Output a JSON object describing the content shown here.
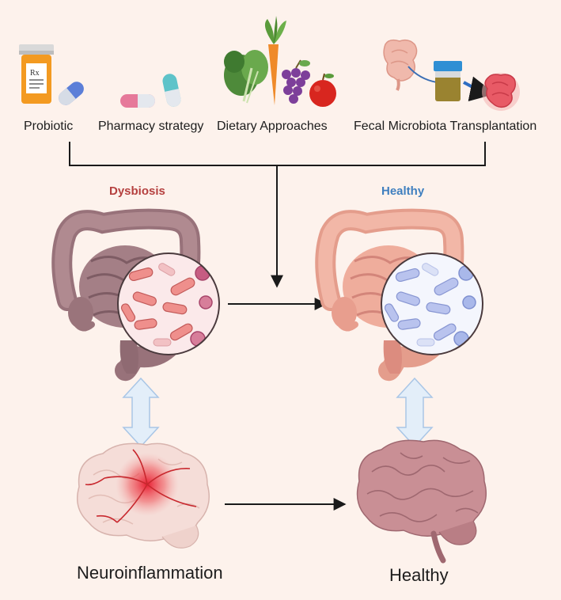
{
  "strategies": {
    "probiotic": "Probiotic",
    "pharmacy": "Pharmacy strategy",
    "dietary": "Dietary Approaches",
    "fmt": "Fecal Microbiota Transplantation"
  },
  "states": {
    "dysbiosis": "Dysbiosis",
    "healthy": "Healthy"
  },
  "outcomes": {
    "neuroinflammation": "Neuroinflammation",
    "healthy": "Healthy"
  },
  "rx_symbol": "Rx",
  "colors": {
    "background": "#fdf2ec",
    "dysbiosis_title": "#b5403f",
    "healthy_title": "#3f7fbf",
    "arrow": "#1a1a1a",
    "double_arrow_fill": "#e3eef9",
    "double_arrow_stroke": "#a9c6e6"
  }
}
